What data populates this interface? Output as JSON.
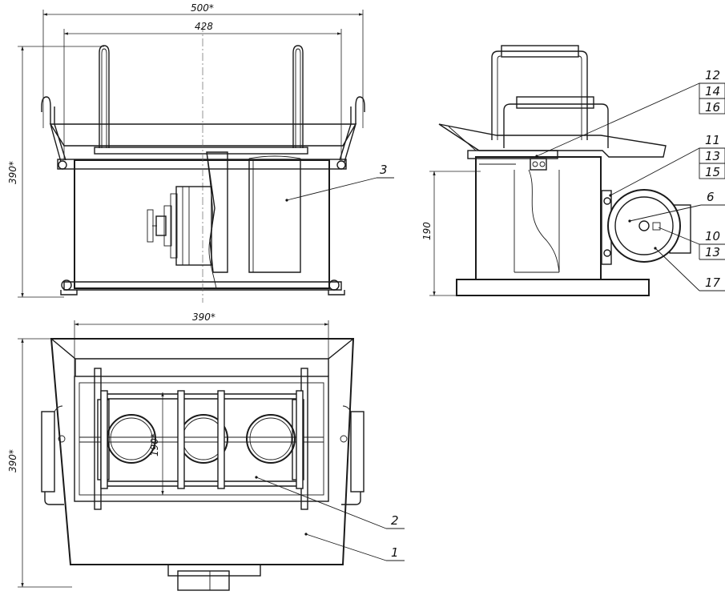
{
  "dimensions": {
    "front_width_overall": "500*",
    "front_width_inner": "428",
    "front_height": "390*",
    "side_height": "190",
    "top_width": "390*",
    "top_height": "390*",
    "top_mould_width": "190*"
  },
  "callouts": {
    "c12": "12",
    "c14": "14",
    "c16": "16",
    "c11": "11",
    "c13a": "13",
    "c15": "15",
    "c6": "6",
    "c10": "10",
    "c13b": "13",
    "c17": "17",
    "c3": "3",
    "c2": "2",
    "c1": "1"
  }
}
